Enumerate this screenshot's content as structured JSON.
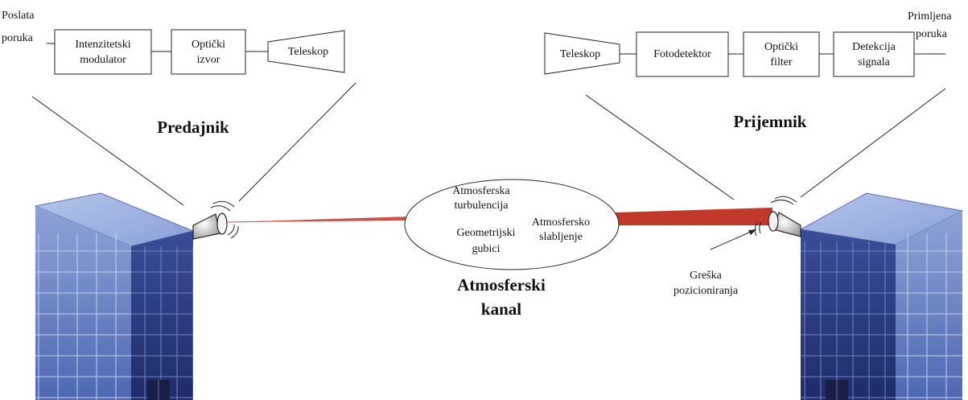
{
  "transmitter": {
    "title": "Predajnik",
    "input_label": [
      "Poslata",
      "poruka"
    ],
    "blocks": [
      {
        "lines": [
          "Intenzitetski",
          "modulator"
        ]
      },
      {
        "lines": [
          "Optički",
          "izvor"
        ]
      },
      {
        "lines": [
          "Teleskop"
        ]
      }
    ]
  },
  "receiver": {
    "title": "Prijemnik",
    "output_label": [
      "Primljena",
      "poruka"
    ],
    "blocks": [
      {
        "lines": [
          "Teleskop"
        ]
      },
      {
        "lines": [
          "Fotodetektor"
        ]
      },
      {
        "lines": [
          "Optički",
          "filter"
        ]
      },
      {
        "lines": [
          "Detekcija",
          "signala"
        ]
      }
    ]
  },
  "channel": {
    "title": [
      "Atmosferski",
      "kanal"
    ],
    "effects": [
      [
        "Atmosferska",
        "turbulencija"
      ],
      [
        "Atmosfersko",
        "slabljenje"
      ],
      [
        "Geometrijski",
        "gubici"
      ]
    ]
  },
  "annotation": [
    "Greška",
    "pozicioniranja"
  ],
  "colors": {
    "beam": "#c0392b",
    "building_front": "#6f89c8",
    "building_side": "#2f3f86",
    "building_top": "#9aaede"
  }
}
